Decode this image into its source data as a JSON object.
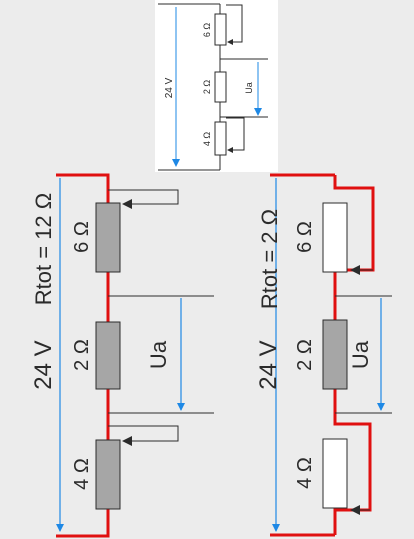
{
  "colors": {
    "background": "#ececec",
    "small_panel": "#ffffff",
    "wire": "#2b2b2b",
    "highlight_wire": "#e01010",
    "voltage_arrow": "#1e88e5",
    "resistor_active": "#a6a6a6",
    "resistor_shorted": "#ffffff"
  },
  "small_circuit": {
    "voltage_label": "24 V",
    "resistor_labels": [
      "6 Ω",
      "2 Ω",
      "4 Ω"
    ],
    "measured_label": "Ua"
  },
  "left_circuit": {
    "voltage_label": "24 V",
    "rtot_label": "Rtot = 12 Ω",
    "resistor_labels": [
      "6 Ω",
      "2 Ω",
      "4 Ω"
    ],
    "measured_label": "Ua"
  },
  "right_circuit": {
    "voltage_label": "24 V",
    "rtot_label": "Rtot = 2 Ω",
    "resistor_labels": [
      "6 Ω",
      "2 Ω",
      "4 Ω"
    ],
    "measured_label": "Ua"
  }
}
